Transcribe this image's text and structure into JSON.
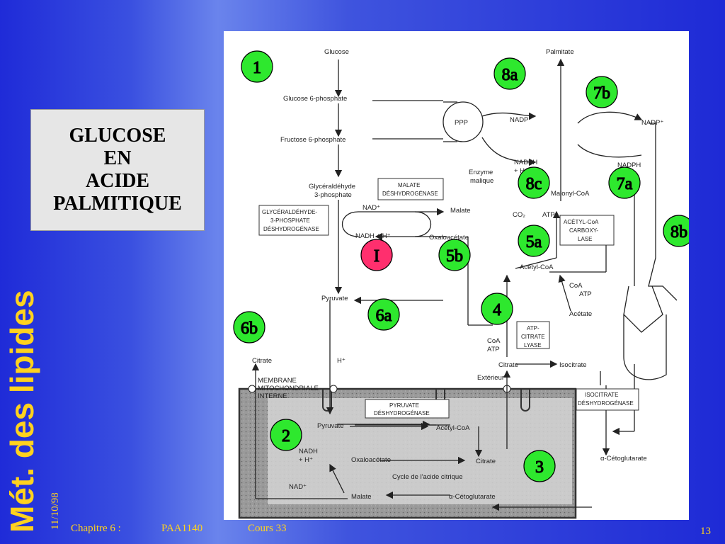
{
  "side_title": "Mét. des lipides",
  "date": "11/10/98",
  "title_box": {
    "line1": "GLUCOSE",
    "line2": "EN",
    "line3": "ACIDE",
    "line4": "PALMITIQUE"
  },
  "footer": {
    "chapter": "Chapitre 6 :",
    "course_code": "PAA1140",
    "cours": "Cours  33",
    "page": "13"
  },
  "colors": {
    "background": "#2433d9",
    "accent_text": "#ffd21e",
    "marker_green": "#2ee82e",
    "marker_pink": "#ff2f6e"
  },
  "diagram": {
    "labels": {
      "glucose": "Glucose",
      "glucose6p": "Glucose 6-phosphate",
      "fructose6p": "Fructose 6-phosphate",
      "ppp": "PPP",
      "gap1": "Glycéraldéhyde",
      "gap2": "3-phosphate",
      "malate_dh1": "MALATE",
      "malate_dh2": "DÉSHYDROGÉNASE",
      "g3pdh1": "GLYCÉRALDÉHYDE-",
      "g3pdh2": "3-PHOSPHATE",
      "g3pdh3": "DÉSHYDROGÉNASE",
      "nad_plus": "NAD⁺",
      "malate_top": "Malate",
      "nadh_h": "NADH + H⁺",
      "oxaloacetate_top": "Oxaloacétate",
      "pyruvate_top": "Pyruvate",
      "enzyme_malique1": "Enzyme",
      "enzyme_malique2": "malique",
      "nadp_plus_left": "NADP⁺",
      "nadph_left": "NADPH",
      "h_plus": "+ H⁺",
      "nadp_plus_right": "NADP⁺",
      "nadph_right": "NADPH",
      "palmitate": "Palmitate",
      "malonyl_coa": "Malonyl-CoA",
      "co2": "CO₂",
      "atp": "ATP",
      "acetyl_coa_carboxylase1": "ACÉTYL-CoA",
      "acetyl_coa_carboxylase2": "CARBOXY-",
      "acetyl_coa_carboxylase3": "LASE",
      "acetyl_coa_top": "Acétyl-CoA",
      "coa": "CoA",
      "atp2": "ATP",
      "acetate": "Acétate",
      "atp_citrate_lyase1": "ATP-",
      "atp_citrate_lyase2": "CITRATE",
      "atp_citrate_lyase3": "LYASE",
      "coa_atp1": "CoA",
      "coa_atp2": "ATP",
      "citrate_mid": "Citrate",
      "isocitrate": "Isocitrate",
      "isocitrate_dh1": "ISOCITRATE",
      "isocitrate_dh2": "DÉSHYDROGÉNASE",
      "citrate_left": "Citrate",
      "h_plus_membrane": "H⁺",
      "exterieur": "Extérieur",
      "membrane1": "MEMBRANE",
      "membrane2": "MITOCHONDRIALE",
      "membrane3": "INTERNE",
      "pyruvate_dh1": "PYRUVATE",
      "pyruvate_dh2": "DÉSHYDROGÉNASE",
      "pyruvate_mito": "Pyruvate",
      "acetyl_coa_mito": "Acétyl-CoA",
      "nadh_mito1": "NADH",
      "nadh_mito2": "+ H⁺",
      "oxaloacetate_mito": "Oxaloacétate",
      "citrate_mito": "Citrate",
      "cycle": "Cycle de l'acide citrique",
      "nad_mito": "NAD⁺",
      "malate_mito": "Malate",
      "alpha_ketoglutarate_mito": "α-Cétoglutarate",
      "alpha_ketoglutarate_right": "α-Cétoglutarate"
    },
    "markers": {
      "m1": "1",
      "m8a": "8a",
      "m7b": "7b",
      "m8c": "8c",
      "m7a": "7a",
      "m8b": "8b",
      "m5a": "5a",
      "mI": "I",
      "m5b": "5b",
      "m4": "4",
      "m6a": "6a",
      "m6b": "6b",
      "m2": "2",
      "m3": "3"
    }
  }
}
